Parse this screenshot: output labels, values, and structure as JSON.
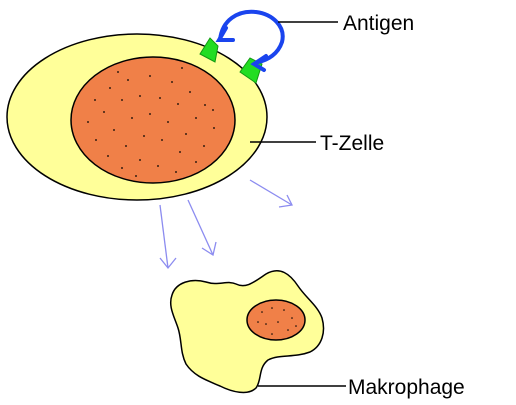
{
  "labels": {
    "antigen": "Antigen",
    "t_cell": "T-Zelle",
    "macrophage": "Makrophage"
  },
  "colors": {
    "cytoplasm": "#ffff99",
    "nucleus": "#f08048",
    "receptor": "#22dd22",
    "antigen": "#1a44ee",
    "signal_arrow": "#8c8cf0",
    "outline": "#000000"
  }
}
